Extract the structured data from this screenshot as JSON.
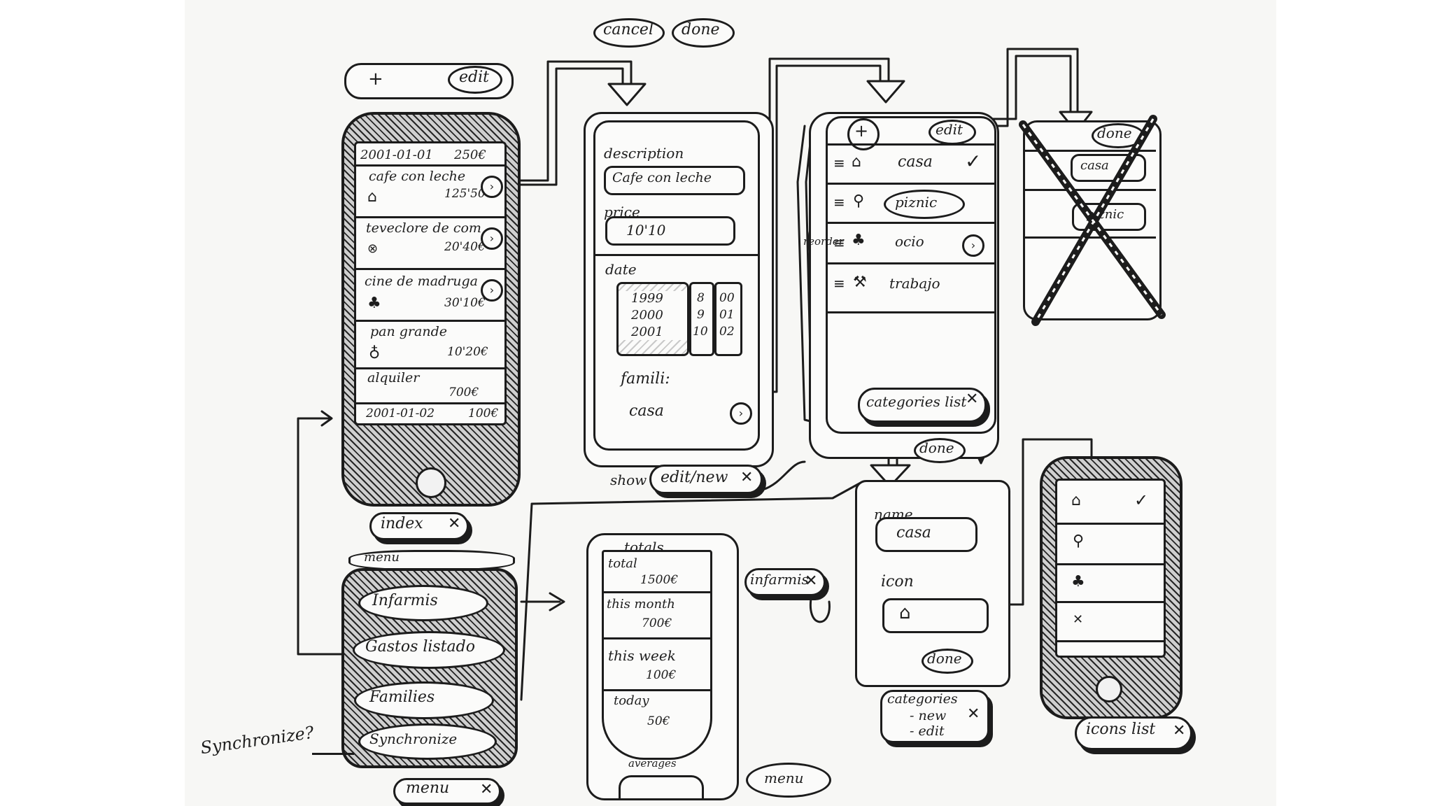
{
  "index_toolbar": {
    "add_icon": "+",
    "edit_label": "edit"
  },
  "index_screen": {
    "header_date": "2001-01-01",
    "header_total": "250€",
    "rows": [
      {
        "title": "cafe con leche",
        "amount": "125'50",
        "icon": "house-icon"
      },
      {
        "title": "teveclore de com",
        "amount": "20'40€",
        "icon": "circle-x-icon"
      },
      {
        "title": "cine de madruga",
        "amount": "30'10€",
        "icon": "tree-icon"
      },
      {
        "title": "pan grande",
        "amount": "10'20€",
        "icon": "cart-icon"
      },
      {
        "title": "alquiler",
        "amount": "700€",
        "icon": "none"
      }
    ],
    "footer_date": "2001-01-02",
    "footer_total": "100€"
  },
  "index_tag": "index",
  "edit_top_buttons": {
    "cancel": "cancel",
    "done": "done"
  },
  "edit_form": {
    "description_label": "description",
    "description_value": "Cafe con leche",
    "price_label": "price",
    "price_value": "10'10",
    "date_label": "date",
    "years": [
      "1999",
      "2000",
      "2001"
    ],
    "months": [
      "8",
      "9",
      "10"
    ],
    "days": [
      "00",
      "01",
      "02"
    ],
    "family_label": "famili:",
    "family_value": "casa"
  },
  "edit_tag": {
    "prefix": "show",
    "label": "edit/new"
  },
  "categories": {
    "edit_label": "edit",
    "items": [
      {
        "name": "casa",
        "check": "✓"
      },
      {
        "name": "piznic",
        "check": ""
      },
      {
        "name": "ocio",
        "check": ""
      },
      {
        "name": "trabajo",
        "check": ""
      }
    ],
    "reorder_label": "reorder",
    "tag": "categories list",
    "done_label": "done"
  },
  "crossed_screen": {
    "done_label": "done",
    "items": [
      "casa",
      "piznic"
    ]
  },
  "category_form": {
    "name_label": "name",
    "name_value": "casa",
    "icon_label": "icon",
    "done_label": "done",
    "tag_line1": "categories",
    "tag_line2": "- new",
    "tag_line3": "- edit"
  },
  "icons_list": {
    "check": "✓",
    "tag": "icons list"
  },
  "menu_screen": {
    "header_label": "menu",
    "items": [
      "Infarmis",
      "Gastos listado",
      "Families",
      "Synchronize"
    ],
    "tag": "menu"
  },
  "sync_note": "Synchronize?",
  "totals": {
    "title": "totals",
    "rows": [
      {
        "label": "total",
        "value": "1500€"
      },
      {
        "label": "this month",
        "value": "700€"
      },
      {
        "label": "this week",
        "value": "100€"
      },
      {
        "label": "today",
        "value": "50€"
      }
    ],
    "footer": "averages",
    "tag": "infarmis",
    "menu_button": "menu"
  }
}
